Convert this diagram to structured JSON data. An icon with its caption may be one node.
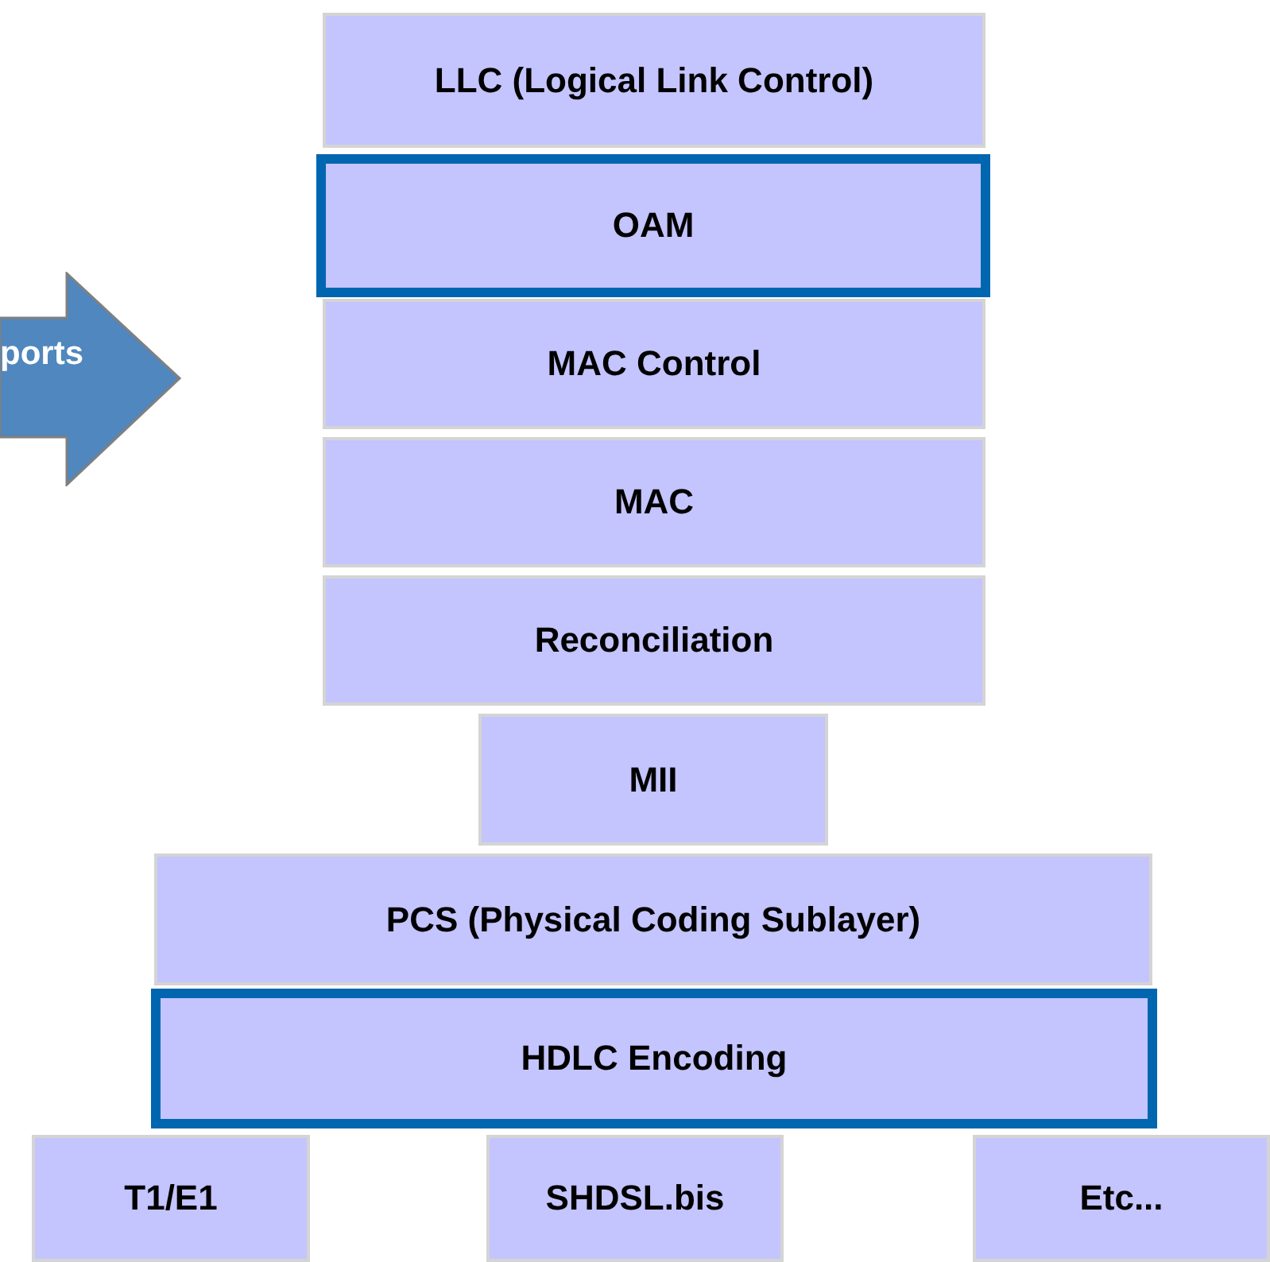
{
  "diagram": {
    "nodes": [
      {
        "text": [
          "LLC (Logical Link Control)"
        ]
      },
      {
        "text": [
          "OAM"
        ]
      },
      {
        "text": [
          "MAC Control"
        ]
      },
      {
        "text": [
          "MAC"
        ]
      },
      {
        "text": [
          "Reconciliation"
        ]
      },
      {
        "text": [
          "MII"
        ]
      },
      {
        "text": [
          "PCS (Physical Coding Sublayer)"
        ]
      },
      {
        "text": [
          "HDLC Encoding"
        ]
      },
      {
        "text": [
          "T1/E1"
        ]
      },
      {
        "text": [
          "SHDSL.bis"
        ]
      },
      {
        "text": [
          "Etc..."
        ]
      },
      {
        "text": [
          "ports"
        ]
      }
    ]
  }
}
